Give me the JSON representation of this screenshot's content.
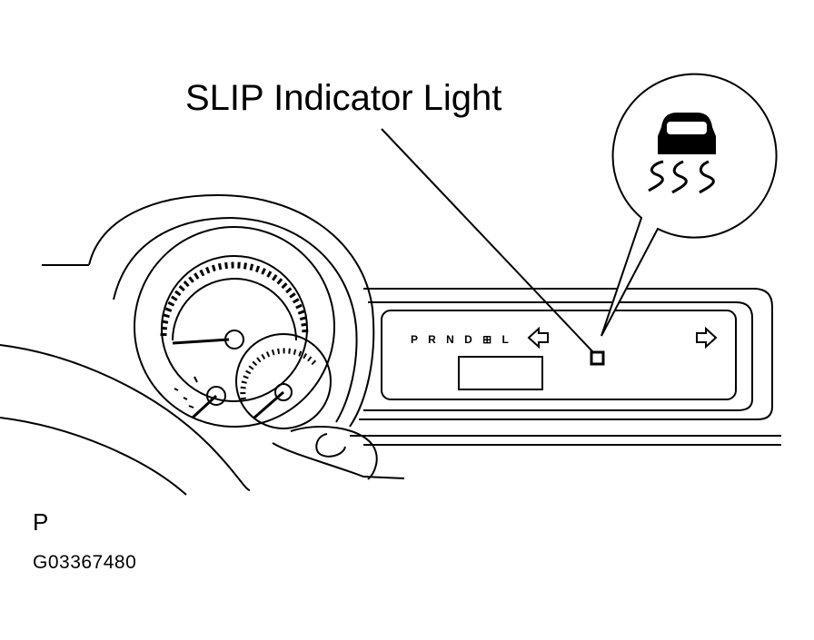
{
  "callout": {
    "label": "SLIP Indicator Light"
  },
  "indicator": {
    "icon": "slip-car-icon"
  },
  "shift_indicator": {
    "letters": "P R N D ⊞ L"
  },
  "view": {
    "label": "P"
  },
  "figure": {
    "id": "G03367480"
  }
}
